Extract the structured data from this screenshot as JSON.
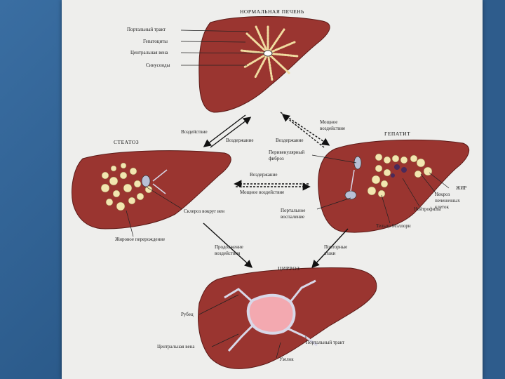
{
  "titles": {
    "normal": "НОРМАЛЬНАЯ ПЕЧЕНЬ",
    "steatosis": "СТЕАТОЗ",
    "hepatitis": "ГЕПАТИТ",
    "cirrhosis": "ЦИРРОЗ"
  },
  "normal_labels": {
    "portal_tract": "Портальный тракт",
    "hepatocytes": "Гепатоциты",
    "central_vein": "Центральная вена",
    "sinusoids": "Синусоиды"
  },
  "arrows": {
    "exposure": "Воздействие",
    "abstinence_1": "Воздержание",
    "abstinence_2": "Воздержание",
    "strong_exposure_1": "Мощное воздействие",
    "abstinence_3": "Воздержание",
    "strong_exposure_2": "Мощное воздействие",
    "prolonged_exposure": "Продолжение воздействия",
    "repeated_attacks": "Повторные атаки"
  },
  "steatosis_labels": {
    "sclerosis": "Склероз вокруг вен",
    "fatty": "Жировое перерождение"
  },
  "hepatitis_labels": {
    "perivenular": "Перивенулярный фиброз",
    "portal_inflammation": "Портальное воспаление",
    "mallory": "Тельцо Мэллори",
    "neutrophils": "Нейтрофилы",
    "fat": "ЖИР",
    "necrosis": "Некроз печеночных клеток"
  },
  "cirrhosis_labels": {
    "scar": "Рубец",
    "central_vein": "Центральная вена",
    "portal_tract": "Портальный тракт",
    "node": "Узелок"
  },
  "colors": {
    "liver": "#9a3530",
    "liver_dark": "#7a2622",
    "fat": "#f2e6b0",
    "nodule": "#f3a9b0"
  }
}
